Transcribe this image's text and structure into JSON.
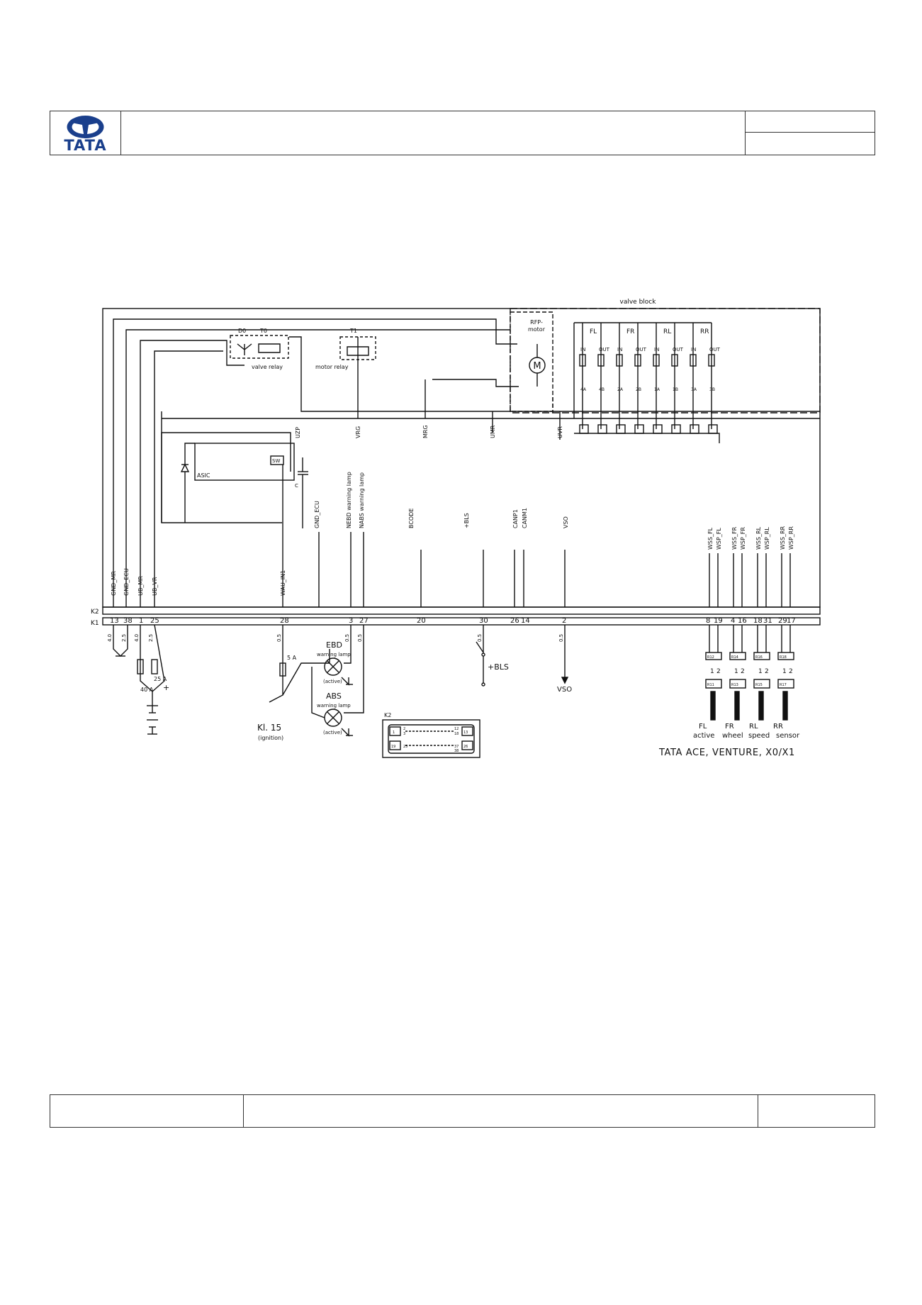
{
  "header": {
    "logo_text": "TATA",
    "title": "",
    "ref_top": "",
    "ref_bottom": ""
  },
  "diagram": {
    "valve_block": "valve block",
    "rfp_motor_1": "RFP-",
    "rfp_motor_2": "motor",
    "motor_symbol": "M",
    "relays": {
      "d0": "D0",
      "t0": "T0",
      "t1": "T1",
      "valve_relay": "valve relay",
      "motor_relay": "motor relay"
    },
    "wheels": [
      "FL",
      "FR",
      "RL",
      "RR"
    ],
    "valve_in": "IN",
    "valve_out": "OUT",
    "valve_pins": [
      "4A",
      "4B",
      "2A",
      "2B",
      "1A",
      "1B",
      "3A",
      "3B"
    ],
    "internal_signals": [
      "UZP",
      "VRG",
      "MRG",
      "UMR",
      "UVR"
    ],
    "asic": "ASIC",
    "sw": "SW",
    "cap": "C",
    "ecu_signals": [
      "GND_ECU",
      "NEBD warning lamp",
      "NABS warning lamp",
      "BCODE",
      "+BLS",
      "CANP1",
      "CANM1",
      "VSO"
    ],
    "k2_signals": [
      "GND_MR",
      "GND_ECU",
      "UB_MR",
      "UB_VR",
      "WAU_IN1"
    ],
    "wss_signals": [
      "WSS_FL",
      "WSP_FL",
      "WSS_FR",
      "WSP_FR",
      "WSS_RL",
      "WSP_RL",
      "WSS_RR",
      "WSP_RR"
    ],
    "k2_label": "K2",
    "k1_label": "K1",
    "pin_numbers": [
      "13",
      "38",
      "1",
      "25",
      "28",
      "3",
      "27",
      "20",
      "30",
      "26",
      "14",
      "2",
      "8",
      "19",
      "4",
      "16",
      "18",
      "31",
      "29",
      "17"
    ],
    "wire_gauges": [
      "4.0",
      "2.5",
      "4.0",
      "2.5",
      "0.5",
      "0.5",
      "0.5",
      "0.5",
      "0.5"
    ],
    "fuses": [
      "40 A",
      "25 A",
      "5 A"
    ],
    "plus": "+",
    "ignition_1": "Kl. 15",
    "ignition_2": "(ignition)",
    "ebd": "EBD",
    "abs": "ABS",
    "warning_lamp": "warning lamp",
    "active": "(active)",
    "bls": "+BLS",
    "vso": "VSO",
    "connector_label": "K2",
    "connector_pins": [
      "1",
      "2",
      "3",
      "12",
      "13",
      "18",
      "19",
      "25",
      "26",
      "37",
      "38"
    ],
    "sensor_pins": [
      "1",
      "2"
    ],
    "sensor_codes": [
      "R12",
      "R14",
      "R16",
      "R18",
      "R11",
      "R13",
      "R15",
      "R17"
    ],
    "sensor_caption_wheels": [
      "FL",
      "FR",
      "RL",
      "RR"
    ],
    "sensor_caption_words": [
      "active",
      "wheel",
      "speed",
      "sensor"
    ]
  },
  "caption": "TATA ACE, VENTURE, X0/X1",
  "footer": {
    "left": "",
    "middle": "",
    "right": ""
  }
}
